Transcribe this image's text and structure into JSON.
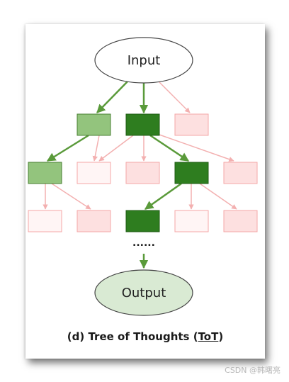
{
  "diagram": {
    "input_label": "Input",
    "output_label": "Output",
    "ellipsis": "......",
    "caption_prefix": "(d) Tree of Thoughts (",
    "caption_abbr": "ToT",
    "caption_suffix": ")"
  },
  "watermark": "CSDN @韩曙亮",
  "colors": {
    "dark_green": "#2e7d1f",
    "light_green": "#93c47d",
    "pink_fill": "#fde0e0",
    "pink_stroke": "#f4a7a7",
    "arrow_green": "#5a9a3a",
    "arrow_pink": "#f3b0b0",
    "output_fill": "#d9ead3"
  }
}
